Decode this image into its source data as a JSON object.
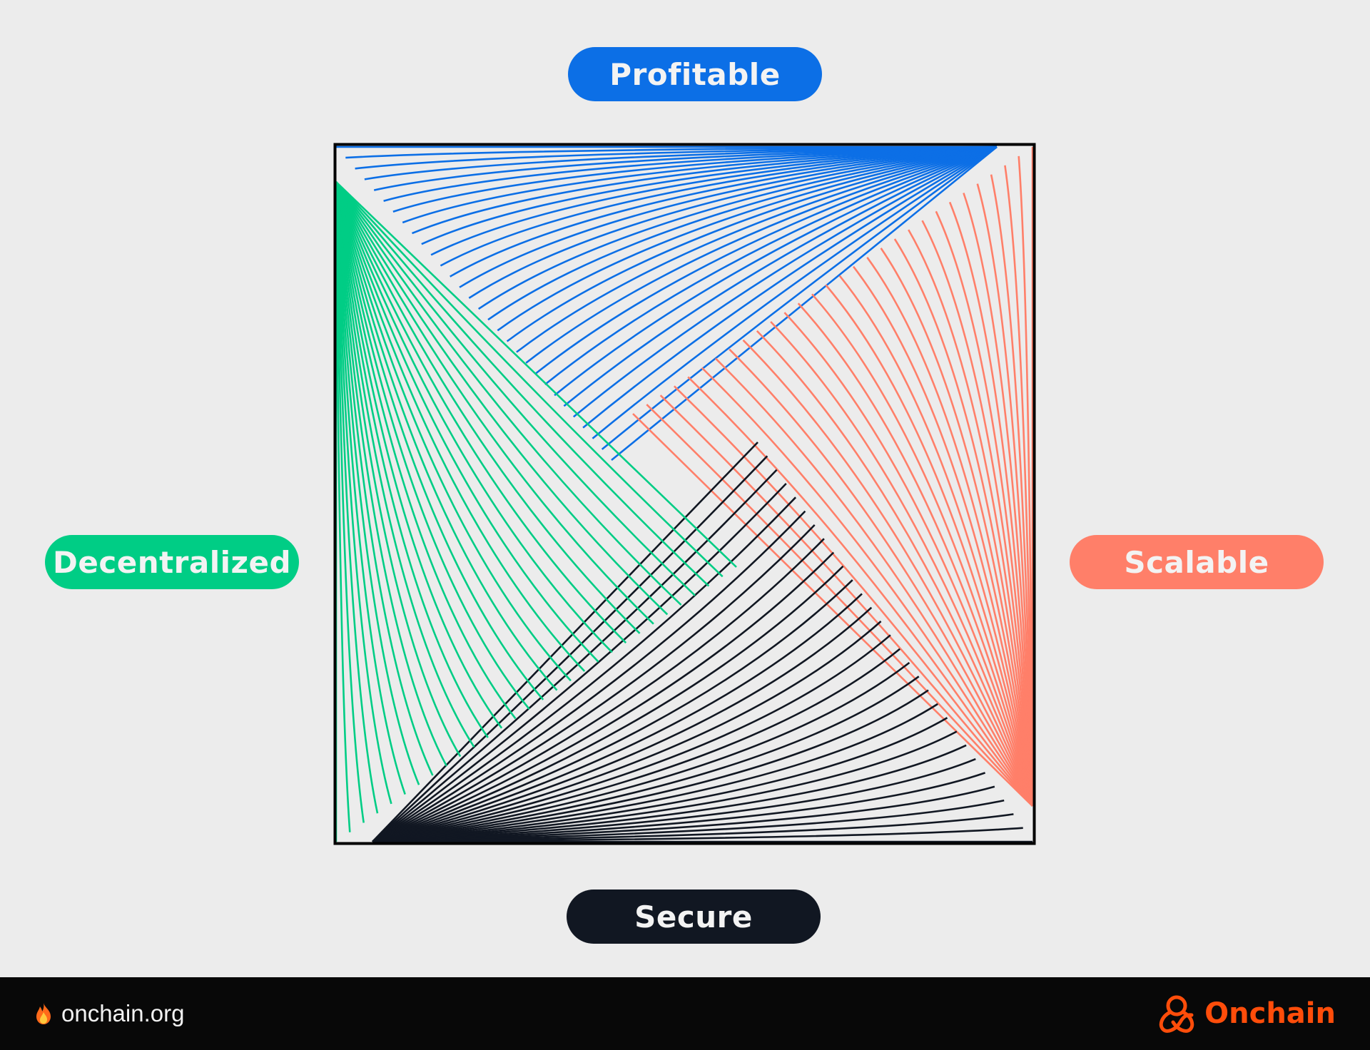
{
  "labels": {
    "top": "Profitable",
    "left": "Decentralized",
    "right": "Scalable",
    "bottom": "Secure"
  },
  "colors": {
    "background": "#ececec",
    "profitable": "#0c6fe6",
    "decentralized": "#00cd85",
    "scalable": "#ff7f69",
    "secure": "#111722",
    "frame": "#000000",
    "footer_bg": "#080808",
    "brand": "#ff4d0a"
  },
  "footer": {
    "site": "onchain.org",
    "brand": "Onchain",
    "site_icon": "fire-icon",
    "brand_icon": "onchain-logo-icon"
  }
}
